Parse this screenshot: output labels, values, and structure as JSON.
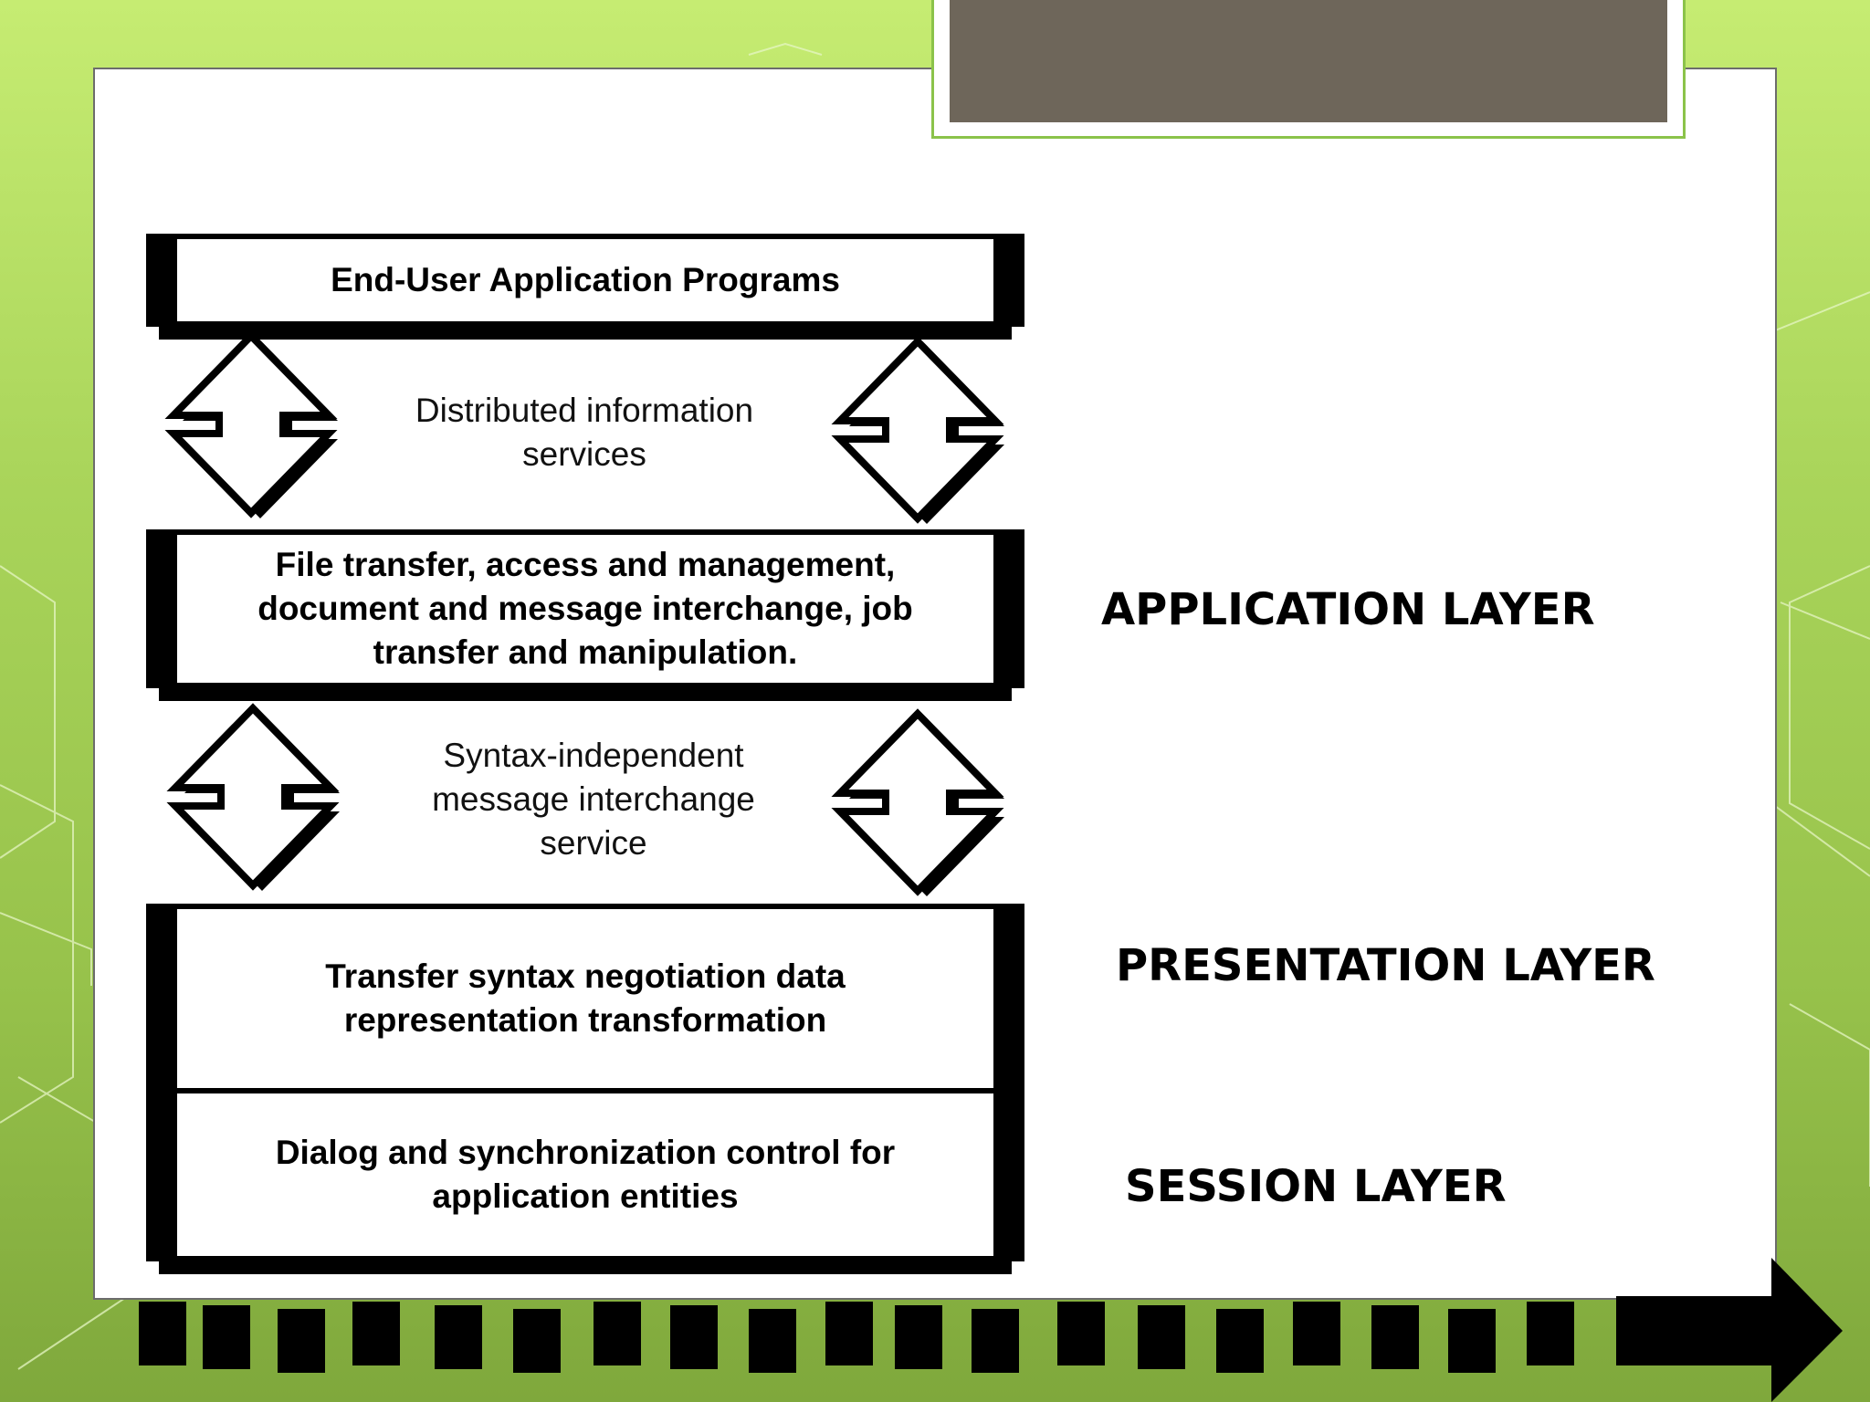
{
  "diagram": {
    "boxes": {
      "end_user": "End-User Application Programs",
      "application_lines": [
        "File transfer, access and management,",
        "document and message interchange, job",
        "transfer and manipulation."
      ],
      "presentation_lines": [
        "Transfer syntax negotiation data",
        "representation transformation"
      ],
      "session_lines": [
        "Dialog and synchronization control for",
        "application entities"
      ]
    },
    "services": {
      "upper_lines": [
        "Distributed information",
        "services"
      ],
      "lower_lines": [
        "Syntax-independent",
        "message interchange",
        "service"
      ]
    },
    "layers": {
      "application": "APPLICATION LAYER",
      "presentation": "PRESENTATION LAYER",
      "session": "SESSION LAYER"
    }
  },
  "colors": {
    "background_green": "#a9d45a",
    "panel": "#ffffff",
    "title_bar": "#6e665a",
    "ink": "#000000"
  },
  "icons": [
    "double-arrow-icon",
    "footer-arrow-icon"
  ]
}
